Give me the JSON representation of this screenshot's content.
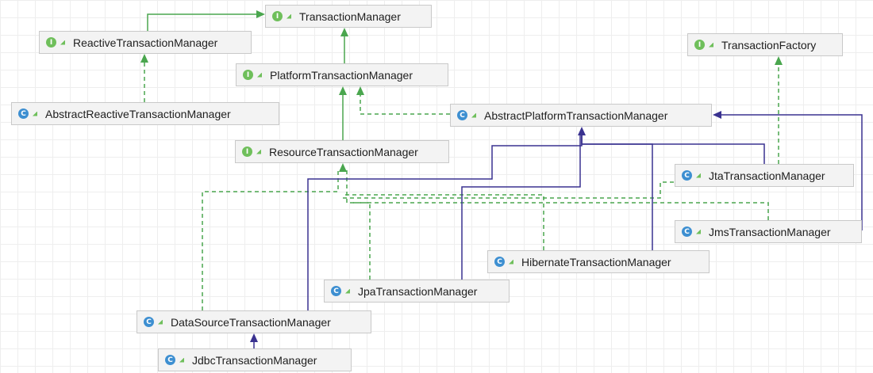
{
  "colors": {
    "interface_icon": "#6fbf5b",
    "class_icon": "#3d8fd1",
    "implements_edge": "#4aa64e",
    "extends_edge": "#3a3290",
    "node_fill": "#f3f3f3",
    "node_border": "#c9c9c9"
  },
  "nodes": [
    {
      "id": "transaction-manager",
      "name": "TransactionManager",
      "kind": "interface",
      "icon_letter": "I"
    },
    {
      "id": "reactive-transaction-manager",
      "name": "ReactiveTransactionManager",
      "kind": "interface",
      "icon_letter": "I"
    },
    {
      "id": "transaction-factory",
      "name": "TransactionFactory",
      "kind": "interface",
      "icon_letter": "I"
    },
    {
      "id": "platform-transaction-manager",
      "name": "PlatformTransactionManager",
      "kind": "interface",
      "icon_letter": "I"
    },
    {
      "id": "abstract-reactive-transaction-manager",
      "name": "AbstractReactiveTransactionManager",
      "kind": "class",
      "icon_letter": "C"
    },
    {
      "id": "abstract-platform-transaction-manager",
      "name": "AbstractPlatformTransactionManager",
      "kind": "class",
      "icon_letter": "C"
    },
    {
      "id": "resource-transaction-manager",
      "name": "ResourceTransactionManager",
      "kind": "interface",
      "icon_letter": "I"
    },
    {
      "id": "jta-transaction-manager",
      "name": "JtaTransactionManager",
      "kind": "class",
      "icon_letter": "C"
    },
    {
      "id": "jms-transaction-manager",
      "name": "JmsTransactionManager",
      "kind": "class",
      "icon_letter": "C"
    },
    {
      "id": "hibernate-transaction-manager",
      "name": "HibernateTransactionManager",
      "kind": "class",
      "icon_letter": "C"
    },
    {
      "id": "jpa-transaction-manager",
      "name": "JpaTransactionManager",
      "kind": "class",
      "icon_letter": "C"
    },
    {
      "id": "datasource-transaction-manager",
      "name": "DataSourceTransactionManager",
      "kind": "class",
      "icon_letter": "C"
    },
    {
      "id": "jdbc-transaction-manager",
      "name": "JdbcTransactionManager",
      "kind": "class",
      "icon_letter": "C"
    }
  ],
  "edges": [
    {
      "from": "reactive-transaction-manager",
      "to": "transaction-manager",
      "type": "extends-interface"
    },
    {
      "from": "platform-transaction-manager",
      "to": "transaction-manager",
      "type": "extends-interface"
    },
    {
      "from": "abstract-reactive-transaction-manager",
      "to": "reactive-transaction-manager",
      "type": "implements"
    },
    {
      "from": "abstract-platform-transaction-manager",
      "to": "platform-transaction-manager",
      "type": "implements"
    },
    {
      "from": "resource-transaction-manager",
      "to": "platform-transaction-manager",
      "type": "extends-interface"
    },
    {
      "from": "jta-transaction-manager",
      "to": "transaction-factory",
      "type": "implements"
    },
    {
      "from": "jta-transaction-manager",
      "to": "abstract-platform-transaction-manager",
      "type": "extends"
    },
    {
      "from": "jms-transaction-manager",
      "to": "abstract-platform-transaction-manager",
      "type": "extends"
    },
    {
      "from": "hibernate-transaction-manager",
      "to": "abstract-platform-transaction-manager",
      "type": "extends"
    },
    {
      "from": "jpa-transaction-manager",
      "to": "abstract-platform-transaction-manager",
      "type": "extends"
    },
    {
      "from": "datasource-transaction-manager",
      "to": "abstract-platform-transaction-manager",
      "type": "extends"
    },
    {
      "from": "datasource-transaction-manager",
      "to": "resource-transaction-manager",
      "type": "implements"
    },
    {
      "from": "jpa-transaction-manager",
      "to": "resource-transaction-manager",
      "type": "implements"
    },
    {
      "from": "hibernate-transaction-manager",
      "to": "resource-transaction-manager",
      "type": "implements"
    },
    {
      "from": "jta-transaction-manager",
      "to": "resource-transaction-manager",
      "type": "implements"
    },
    {
      "from": "jms-transaction-manager",
      "to": "resource-transaction-manager",
      "type": "implements"
    },
    {
      "from": "jdbc-transaction-manager",
      "to": "datasource-transaction-manager",
      "type": "extends"
    }
  ]
}
